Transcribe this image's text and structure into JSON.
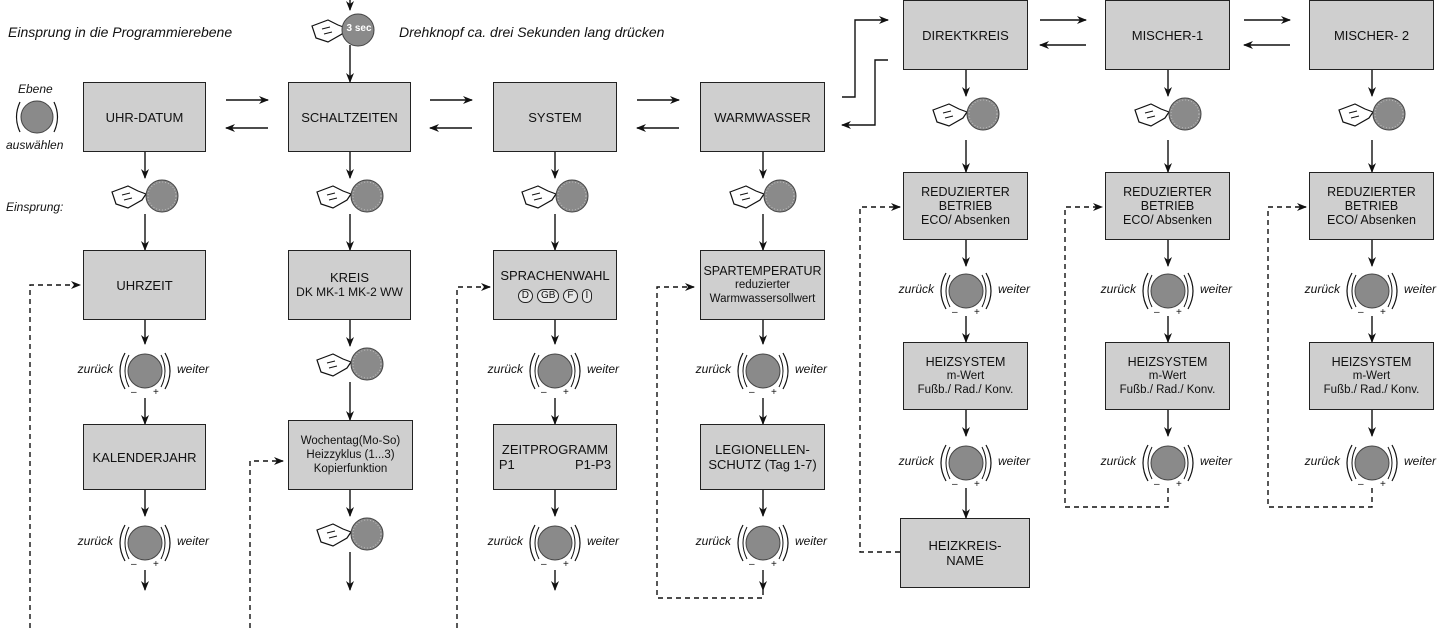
{
  "header": {
    "entry_text": "Einsprung in die Programmierebene",
    "sec_label": "3 sec",
    "instruction_text": "Drehknopf ca. drei Sekunden lang drücken"
  },
  "side_labels": {
    "ebene": "Ebene",
    "auswaehlen": "auswählen",
    "einsprung": "Einsprung:",
    "zurueck": "zurück",
    "weiter": "weiter",
    "minus": "–",
    "plus": "+"
  },
  "boxes": {
    "uhr_datum": "UHR-DATUM",
    "schaltzeiten": "SCHALTZEITEN",
    "system": "SYSTEM",
    "warmwasser": "WARMWASSER",
    "direktkreis": "DIREKTKREIS",
    "mischer1": "MISCHER-1",
    "mischer2": "MISCHER- 2",
    "uhrzeit": "UHRZEIT",
    "kalenderjahr": "KALENDERJAHR",
    "kreis_title": "KREIS",
    "kreis_sub": "DK MK-1 MK-2 WW",
    "wochentag_l1": "Wochentag(Mo-So)",
    "wochentag_l2": "Heizzyklus (1...3)",
    "wochentag_l3": "Kopierfunktion",
    "sprachenwahl": "SPRACHENWAHL",
    "lang_d": "D",
    "lang_gb": "GB",
    "lang_f": "F",
    "lang_i": "I",
    "zeitprogramm": "ZEITPROGRAMM",
    "zeit_p1": "P1",
    "zeit_p1p3": "P1-P3",
    "spartemp_l1": "SPARTEMPERATUR",
    "spartemp_l2": "reduzierter",
    "spartemp_l3": "Warmwassersollwert",
    "legion_l1": "LEGIONELLEN-",
    "legion_l2": "SCHUTZ (Tag 1-7)",
    "red_l1": "REDUZIERTER",
    "red_l2": "BETRIEB",
    "red_l3": "ECO/ Absenken",
    "heiz_l1": "HEIZSYSTEM",
    "heiz_l2": "m-Wert",
    "heiz_l3": "Fußb./ Rad./ Konv.",
    "name_l1": "HEIZKREIS-",
    "name_l2": "NAME"
  }
}
